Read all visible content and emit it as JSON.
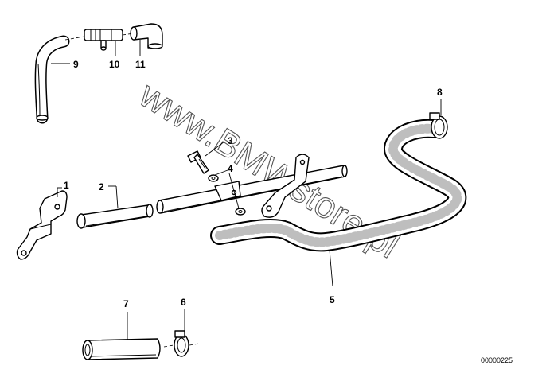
{
  "callouts": {
    "p1": "1",
    "p2": "2",
    "p3": "3",
    "p4": "4",
    "p5": "5",
    "p6": "6",
    "p7": "7",
    "p8": "8",
    "p9": "9",
    "p10": "10",
    "p11": "11"
  },
  "watermark": "www.BMWstore.pl",
  "diagram_code": "00000225"
}
